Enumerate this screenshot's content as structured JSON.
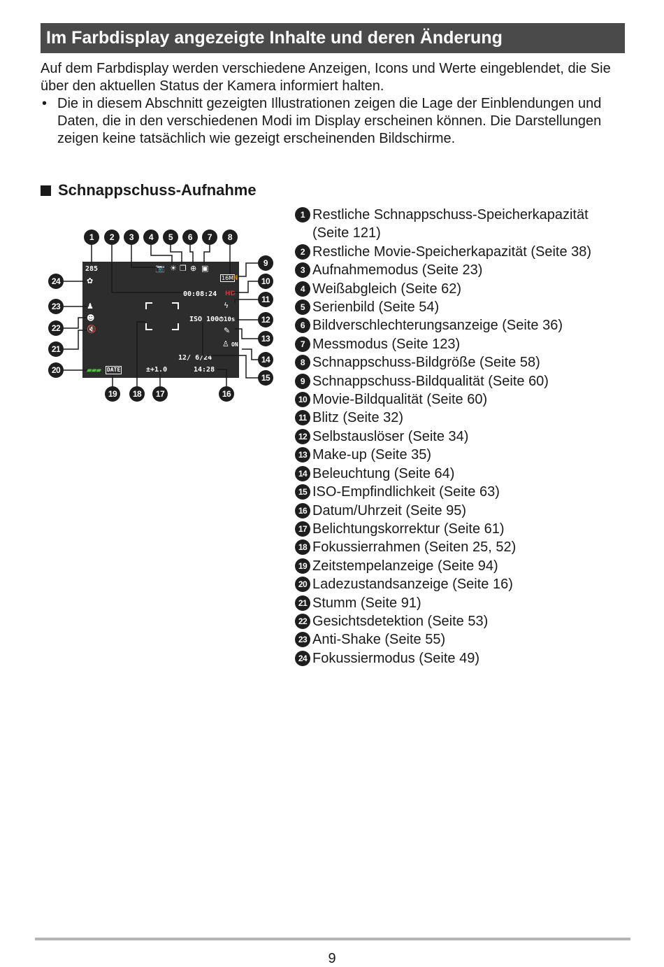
{
  "header": {
    "title": "Im Farbdisplay angezeigte Inhalte und deren Änderung"
  },
  "intro": {
    "paragraph": "Auf dem Farbdisplay werden verschiedene Anzeigen, Icons und Werte eingeblendet, die Sie über den aktuellen Status der Kamera informiert halten.",
    "bullet_mark": "•",
    "bullet": "Die in diesem Abschnitt gezeigten Illustrationen zeigen die Lage der Einblendungen und Daten, die in den verschiedenen Modi im Display erscheinen können. Die Darstellungen zeigen keine tatsächlich wie gezeigt erscheinenden Bildschirme."
  },
  "section": {
    "title": "Schnappschuss-Aufnahme"
  },
  "lcd": {
    "remaining_shots": "285",
    "movie_time": "00:08:24",
    "iso": "ISO 100",
    "date": "12/ 6/24",
    "time": "14:28",
    "exposure": "±+1.0",
    "date_stamp": "DATE",
    "quality_n": "N",
    "self_timer": "⏱10s",
    "lighting": "ON"
  },
  "callouts": [
    "1",
    "2",
    "3",
    "4",
    "5",
    "6",
    "7",
    "8",
    "9",
    "10",
    "11",
    "12",
    "13",
    "14",
    "15",
    "16",
    "17",
    "18",
    "19",
    "20",
    "21",
    "22",
    "23",
    "24"
  ],
  "legend": [
    {
      "num": "1",
      "text": "Restliche Schnappschuss-Speicherkapazität (Seite 121)"
    },
    {
      "num": "2",
      "text": "Restliche Movie-Speicherkapazität (Seite 38)"
    },
    {
      "num": "3",
      "text": "Aufnahmemodus (Seite 23)"
    },
    {
      "num": "4",
      "text": "Weißabgleich (Seite 62)"
    },
    {
      "num": "5",
      "text": "Serienbild (Seite 54)"
    },
    {
      "num": "6",
      "text": "Bildverschlechterungsanzeige (Seite 36)"
    },
    {
      "num": "7",
      "text": "Messmodus (Seite 123)"
    },
    {
      "num": "8",
      "text": "Schnappschuss-Bildgröße (Seite 58)"
    },
    {
      "num": "9",
      "text": "Schnappschuss-Bildqualität (Seite 60)"
    },
    {
      "num": "10",
      "text": "Movie-Bildqualität (Seite 60)"
    },
    {
      "num": "11",
      "text": "Blitz (Seite 32)"
    },
    {
      "num": "12",
      "text": "Selbstauslöser (Seite 34)"
    },
    {
      "num": "13",
      "text": "Make-up (Seite 35)"
    },
    {
      "num": "14",
      "text": "Beleuchtung (Seite 64)"
    },
    {
      "num": "15",
      "text": "ISO-Empfindlichkeit (Seite 63)"
    },
    {
      "num": "16",
      "text": "Datum/Uhrzeit (Seite 95)"
    },
    {
      "num": "17",
      "text": "Belichtungskorrektur (Seite 61)"
    },
    {
      "num": "18",
      "text": "Fokussierrahmen (Seiten 25, 52)"
    },
    {
      "num": "19",
      "text": "Zeitstempelanzeige (Seite 94)"
    },
    {
      "num": "20",
      "text": "Ladezustandsanzeige (Seite 16)"
    },
    {
      "num": "21",
      "text": "Stumm (Seite 91)"
    },
    {
      "num": "22",
      "text": "Gesichtsdetektion (Seite 53)"
    },
    {
      "num": "23",
      "text": "Anti-Shake (Seite 55)"
    },
    {
      "num": "24",
      "text": "Fokussiermodus (Seite 49)"
    }
  ],
  "footer": {
    "page_number": "9"
  },
  "colors": {
    "header_bg": "#4a4a4a",
    "lcd_bg": "#2d2d2d",
    "badge_bg": "#1e1e1e",
    "rule": "#b5b5b5"
  }
}
